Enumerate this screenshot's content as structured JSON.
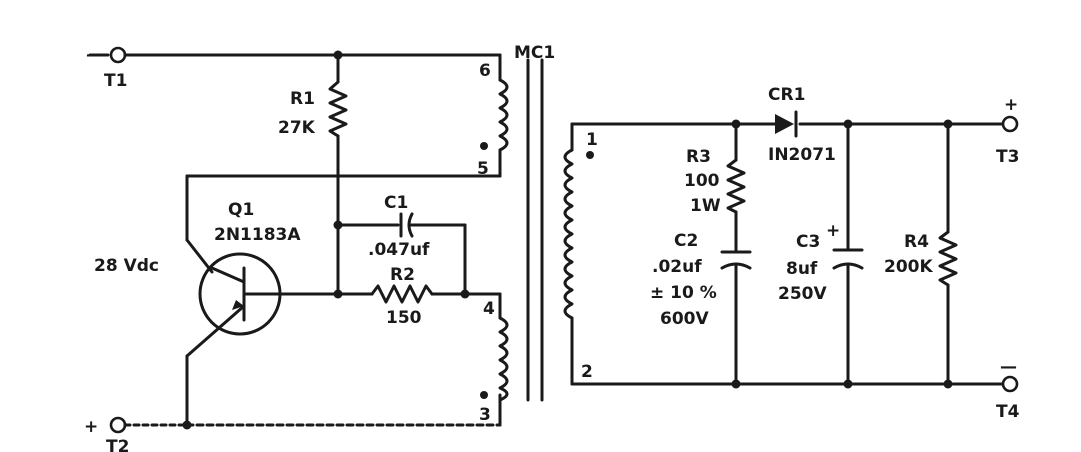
{
  "terminals": {
    "t1": {
      "name": "T1",
      "sign": "—"
    },
    "t2": {
      "name": "T2",
      "sign": "+"
    },
    "t3": {
      "name": "T3",
      "sign": "+"
    },
    "t4": {
      "name": "T4",
      "sign": "—"
    }
  },
  "supply_label": "28 Vdc",
  "transformer": {
    "name": "MC1",
    "pins": {
      "p1": "1",
      "p2": "2",
      "p3": "3",
      "p4": "4",
      "p5": "5",
      "p6": "6"
    }
  },
  "components": {
    "r1": {
      "ref": "R1",
      "value": "27K"
    },
    "r2": {
      "ref": "R2",
      "value": "150"
    },
    "r3": {
      "ref": "R3",
      "value": "100",
      "rating": "1W"
    },
    "r4": {
      "ref": "R4",
      "value": "200K"
    },
    "c1": {
      "ref": "C1",
      "value": ".047uf"
    },
    "c2": {
      "ref": "C2",
      "value": ".02uf",
      "tolerance": "± 10 %",
      "voltage": "600V"
    },
    "c3": {
      "ref": "C3",
      "value": "8uf",
      "voltage": "250V",
      "polarity": "+"
    },
    "cr1": {
      "ref": "CR1",
      "part": "IN2071"
    },
    "q1": {
      "ref": "Q1",
      "part": "2N1183A"
    }
  }
}
